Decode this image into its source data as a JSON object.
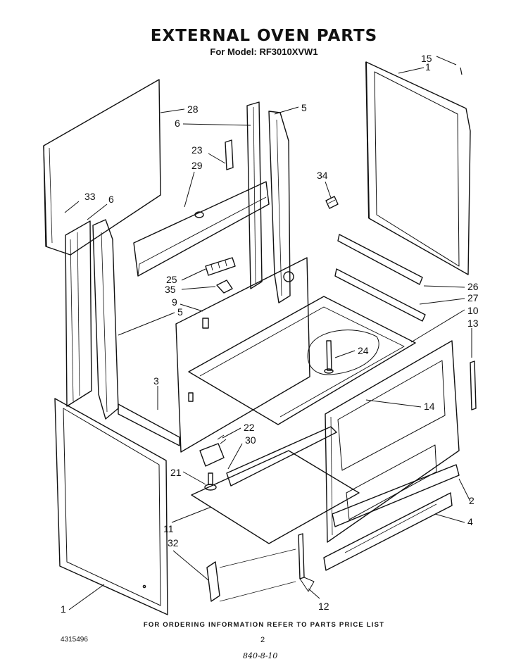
{
  "header": {
    "title": "EXTERNAL OVEN PARTS",
    "model_line": "For Model: RF3010XVW1"
  },
  "callouts": {
    "c1_top": "1",
    "c15": "15",
    "c28": "28",
    "c6_top": "6",
    "c5_top": "5",
    "c23": "23",
    "c29": "29",
    "c34": "34",
    "c33": "33",
    "c6_left": "6",
    "c25": "25",
    "c35": "35",
    "c26": "26",
    "c9": "9",
    "c27": "27",
    "c10": "10",
    "c5_left": "5",
    "c13": "13",
    "c24": "24",
    "c3": "3",
    "c14": "14",
    "c22": "22",
    "c30": "30",
    "c21": "21",
    "c2": "2",
    "c4": "4",
    "c11": "11",
    "c32": "32",
    "c1_bottom": "1",
    "c12": "12"
  },
  "footer": {
    "ordering_note": "FOR ORDERING INFORMATION REFER TO PARTS PRICE LIST",
    "doc_number": "4315496",
    "page_number": "2",
    "handwritten_note": "840-8-10"
  }
}
